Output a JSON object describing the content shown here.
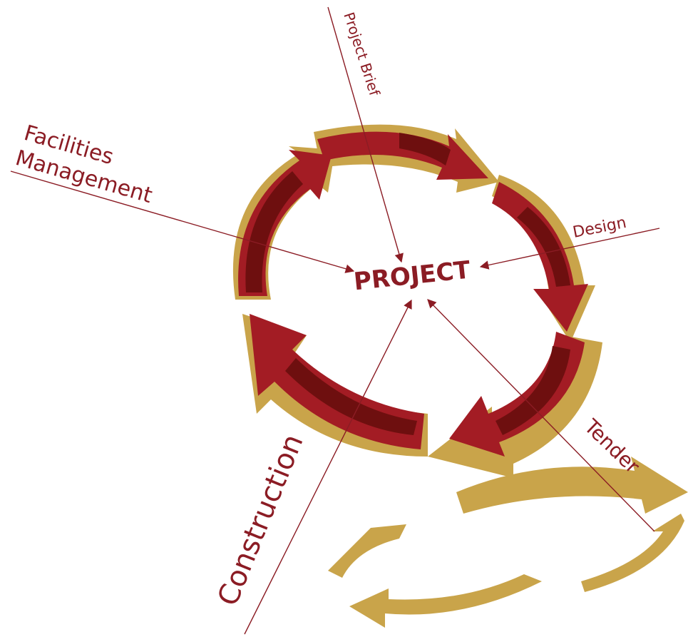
{
  "center_label": "PROJECT",
  "stages": {
    "project_brief": "Project Brief",
    "design": "Design",
    "tender": "Tender",
    "construction": "Construction",
    "facilities_line1": "Facilities",
    "facilities_line2": "Management"
  },
  "colors": {
    "primary_red": "#a31c24",
    "dark_red": "#6e0f0f",
    "gold": "#c9a44a",
    "text": "#8b1c24",
    "line": "#8b1c24"
  }
}
